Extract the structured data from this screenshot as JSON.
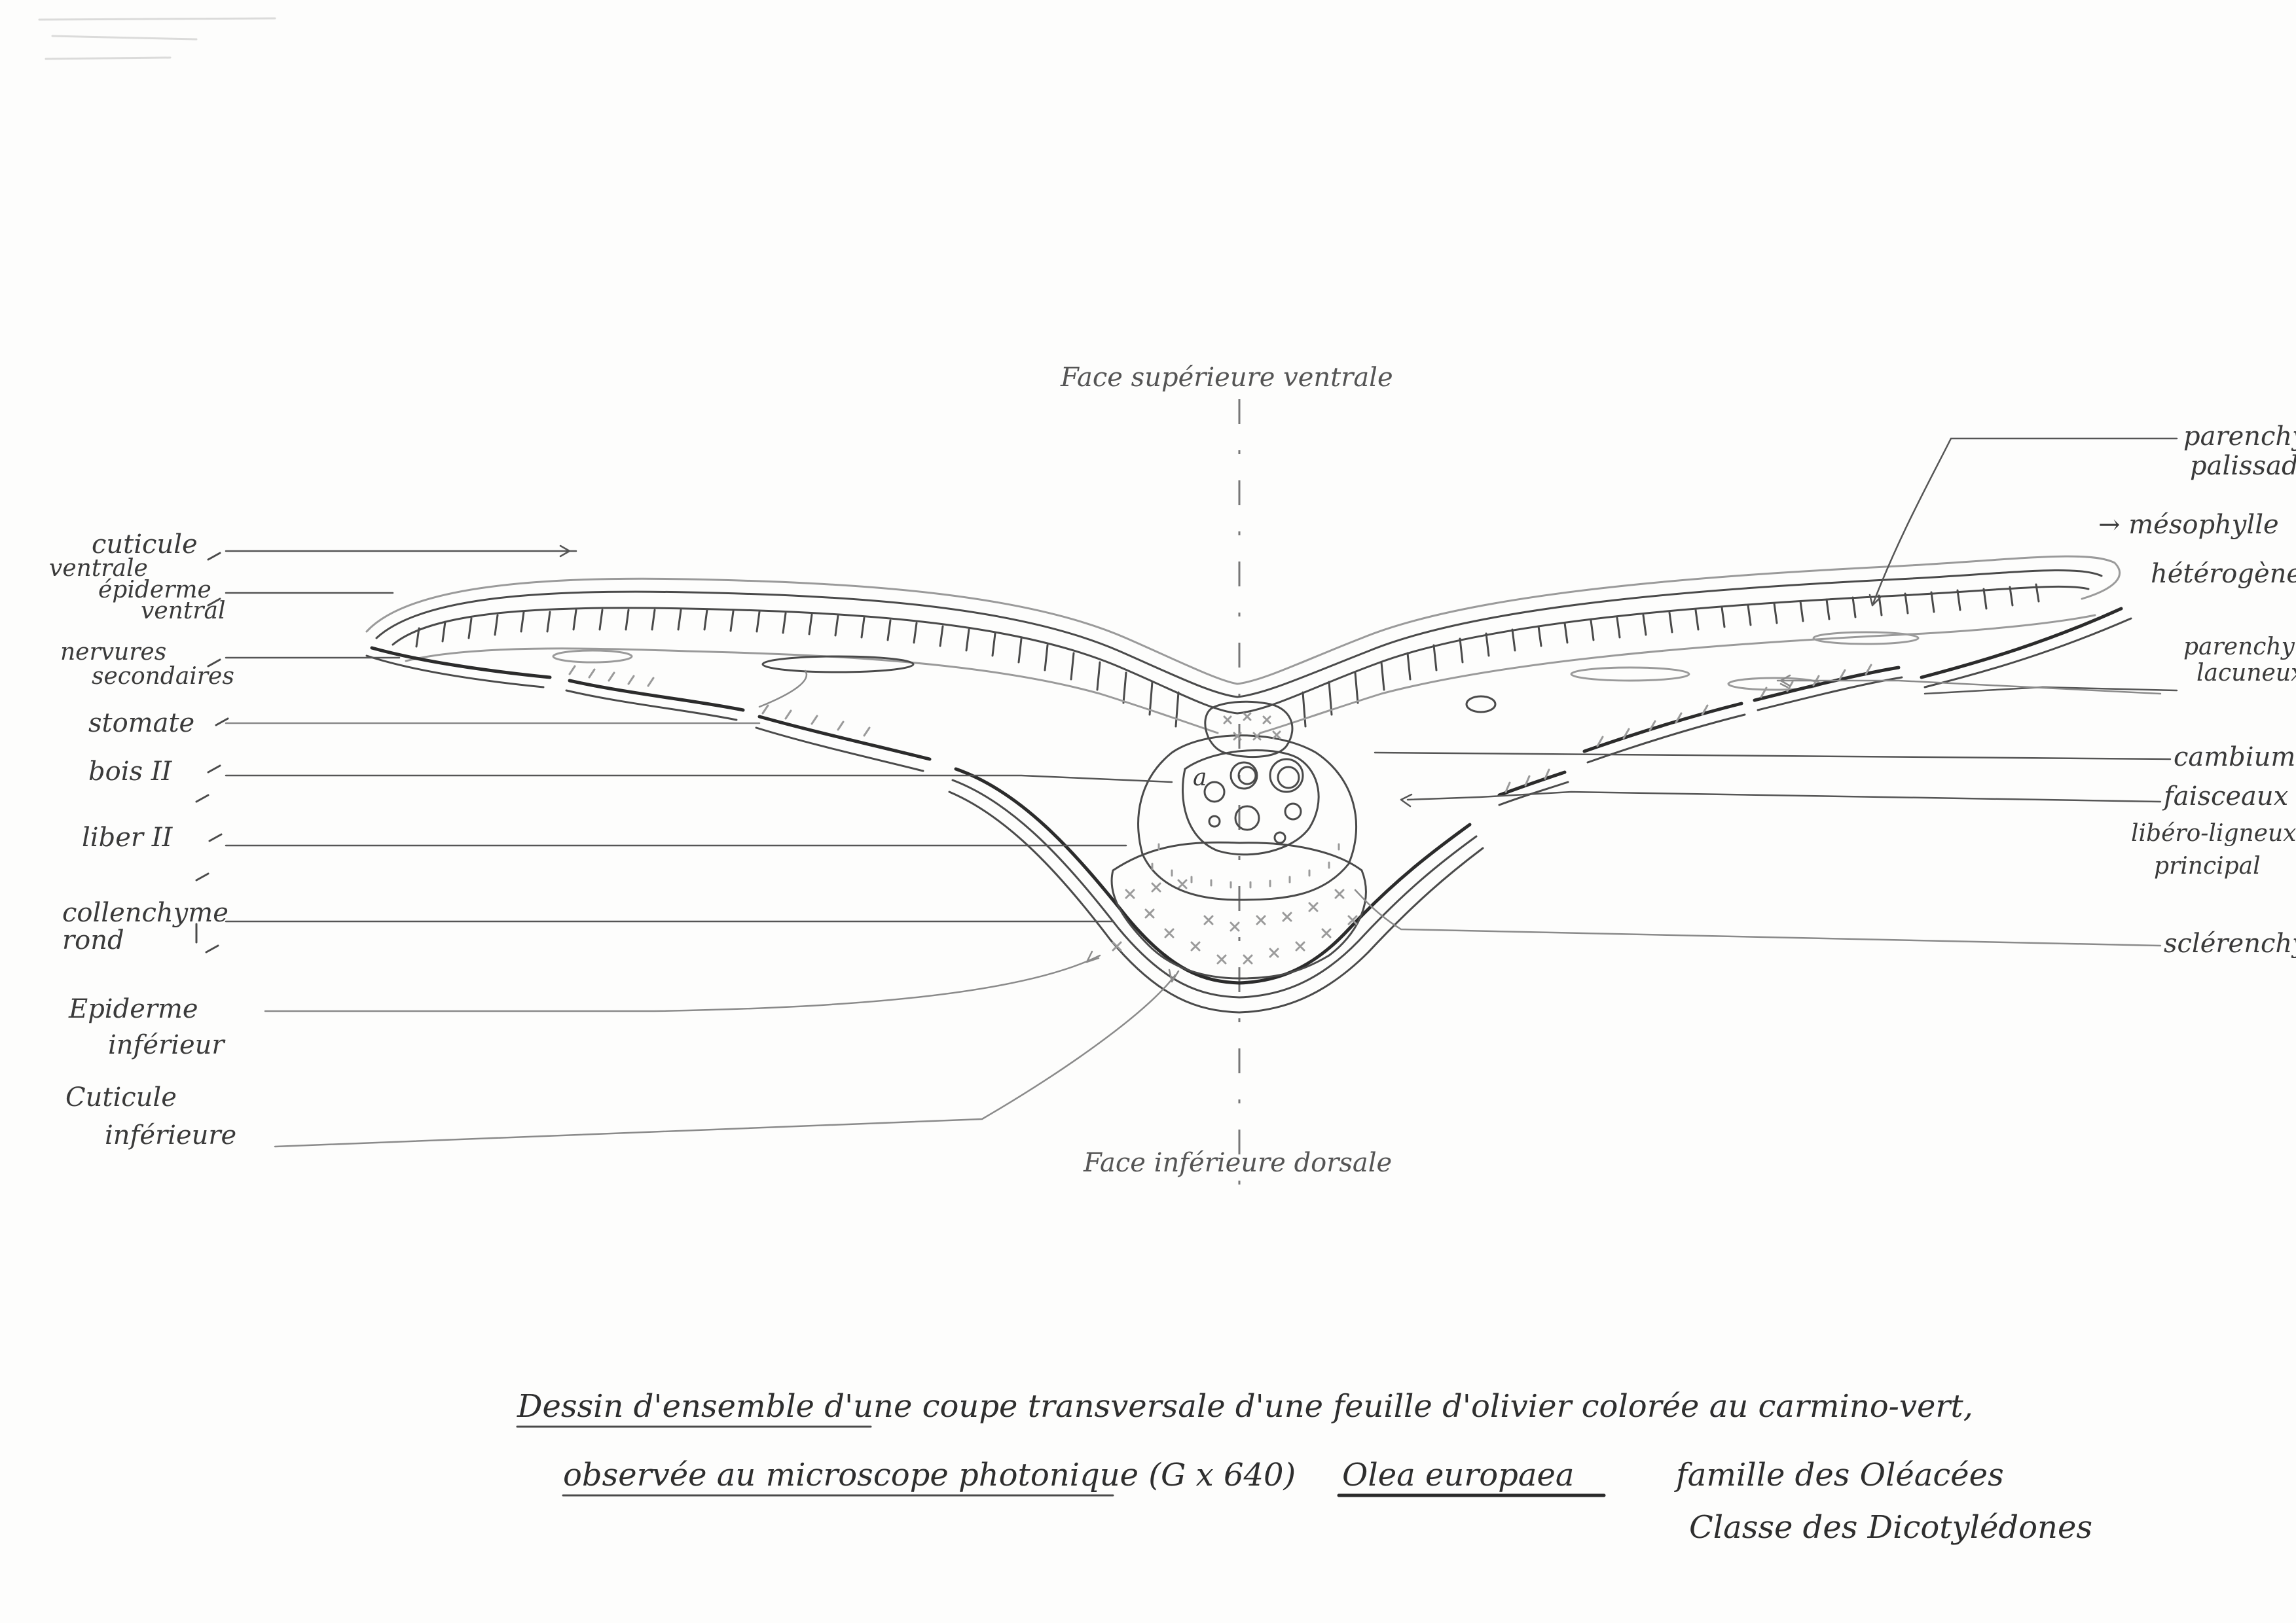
{
  "diagram": {
    "top_face": "Face supérieure ventrale",
    "bottom_face": "Face inférieure dorsale",
    "labels_left": {
      "cuticle_1": "cuticule",
      "cuticle_2": "ventrale",
      "epidermis_1": "épiderme",
      "epidermis_2": "ventral",
      "veins_1": "nervures",
      "veins_2": "secondaires",
      "stomate": "stomate",
      "wood": "bois II",
      "liber": "liber II",
      "collenchyma_1": "collenchyme",
      "collenchyma_2": "rond",
      "lower_epidermis_1": "Epiderme",
      "lower_epidermis_2": "inférieur",
      "lower_cuticle_1": "Cuticule",
      "lower_cuticle_2": "inférieure"
    },
    "labels_right": {
      "palisade_1": "parenchyme",
      "palisade_2": "palissadique",
      "mesophyll_1": "→ mésophylle",
      "mesophyll_2": "hétérogène",
      "lacunar_1": "parenchyme",
      "lacunar_2": "lacuneux",
      "cambium": "cambium",
      "bundle_1": "faisceaux",
      "bundle_2": "libéro-ligneux",
      "bundle_3": "principal",
      "sclerenchyma": "sclérenchyme"
    },
    "caption": {
      "line1": "Dessin d'ensemble d'une coupe transversale d'une feuille d'olivier colorée au carmino-vert,",
      "line2_a": "observée au microscope photonique (G x 640)",
      "line2_species": "Olea europaea",
      "line2_b": "famille des Oléacées",
      "line3": "Classe des Dicotylédones"
    }
  }
}
